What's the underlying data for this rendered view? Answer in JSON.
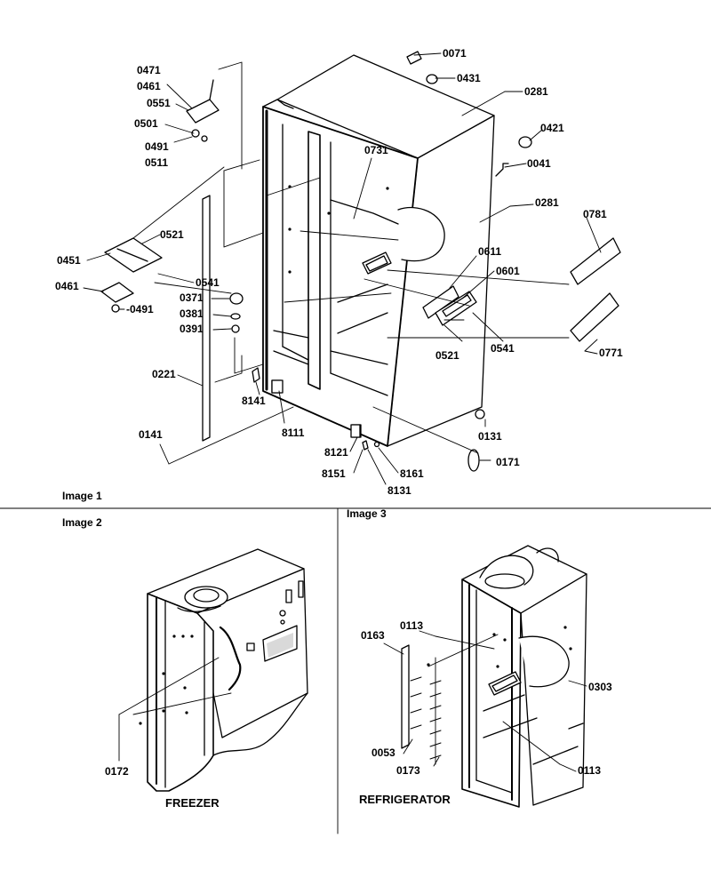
{
  "image_captions": {
    "image1": "Image 1",
    "image2": "Image 2",
    "image3": "Image 3"
  },
  "section_titles": {
    "freezer": "FREEZER",
    "refrigerator": "REFRIGERATOR"
  },
  "image1_part_labels": {
    "p0071": "0071",
    "p0431": "0431",
    "p0281a": "0281",
    "p0421": "0421",
    "p0041": "0041",
    "p0281b": "0281",
    "p0781": "0781",
    "p0771": "0771",
    "p0731": "0731",
    "p0611": "0611",
    "p0601": "0601",
    "p0521b": "0521",
    "p0541b": "0541",
    "p0131": "0131",
    "p0171": "0171",
    "p0471": "0471",
    "p0461a": "0461",
    "p0551": "0551",
    "p0501": "0501",
    "p0491a": "0491",
    "p0511": "0511",
    "p0521a": "0521",
    "p0451": "0451",
    "p0541a": "0541",
    "p0461b": "0461",
    "p0491b": "-0491",
    "p0371": "0371",
    "p0381": "0381",
    "p0391": "0391",
    "p0221": "0221",
    "p0141": "0141",
    "p8141": "8141",
    "p8111": "8111",
    "p8121": "8121",
    "p8151": "8151",
    "p8131": "8131",
    "p8161": "8161"
  },
  "image2_part_labels": {
    "p0172": "0172"
  },
  "image3_part_labels": {
    "p0163": "0163",
    "p0113a": "0113",
    "p0303": "0303",
    "p0053": "0053",
    "p0173": "0173",
    "p0113b": "0113"
  }
}
